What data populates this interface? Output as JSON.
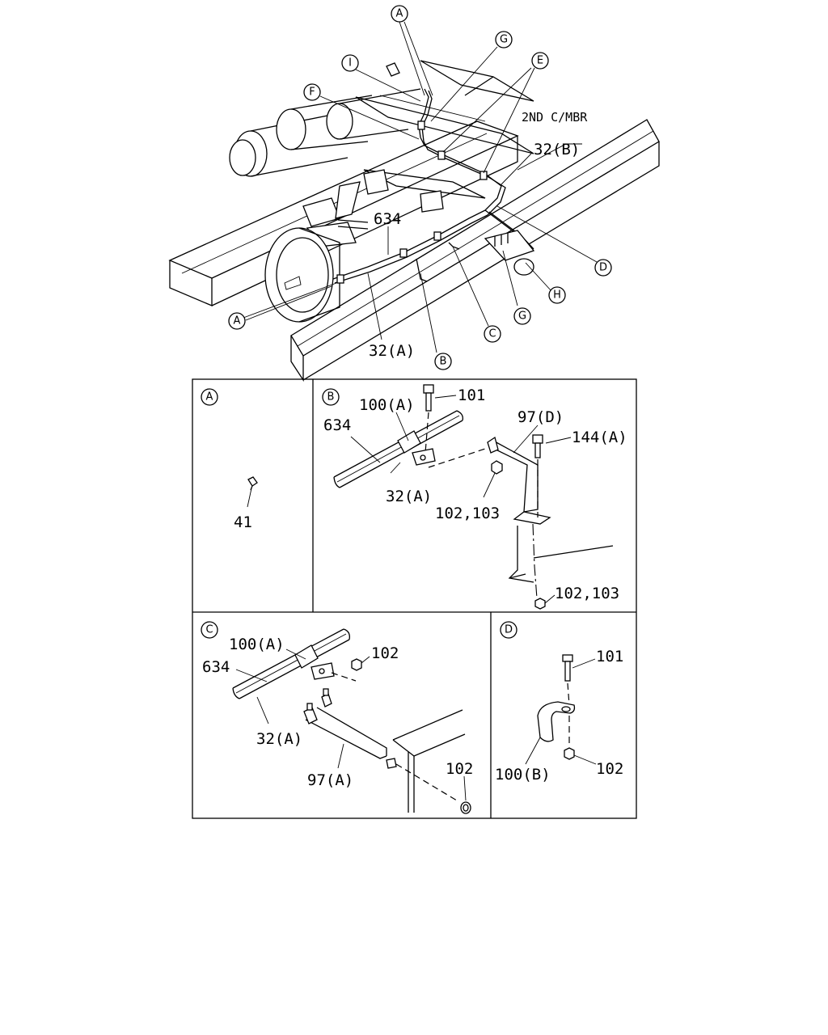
{
  "main_view": {
    "callouts": {
      "A_top": "A",
      "G_top": "G",
      "I": "I",
      "E": "E",
      "F": "F",
      "D": "D",
      "H": "H",
      "G_bottom": "G",
      "A_bottom": "A",
      "C": "C",
      "B": "B"
    },
    "labels": {
      "second_cross_member": "2ND C/MBR",
      "part_32b": "32(B)",
      "part_634": "634",
      "part_32a": "32(A)"
    }
  },
  "panels": {
    "A": {
      "letter": "A",
      "parts": {
        "p41": "41"
      }
    },
    "B": {
      "letter": "B",
      "parts": {
        "p101": "101",
        "p100a": "100(A)",
        "p634": "634",
        "p32a": "32(A)",
        "p97d": "97(D)",
        "p144a": "144(A)",
        "p102_103_a": "102,103",
        "p102_103_b": "102,103"
      }
    },
    "C": {
      "letter": "C",
      "parts": {
        "p100a": "100(A)",
        "p102_a": "102",
        "p634": "634",
        "p32a": "32(A)",
        "p97a": "97(A)",
        "p102_b": "102"
      }
    },
    "D": {
      "letter": "D",
      "parts": {
        "p101": "101",
        "p102": "102",
        "p100b": "100(B)"
      }
    }
  }
}
